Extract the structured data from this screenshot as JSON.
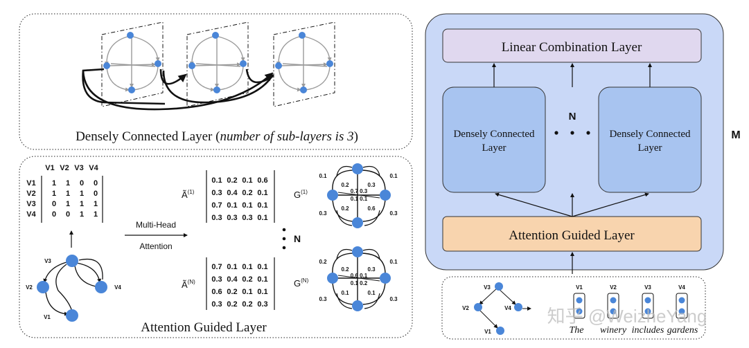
{
  "panels": {
    "dcl_caption_main": "Densely Connected Layer (",
    "dcl_caption_italic": "number of sub-layers is 3",
    "dcl_caption_end": ")",
    "agl_caption": "Attention Guided Layer"
  },
  "adjacency": {
    "col_headers": [
      "V1",
      "V2",
      "V3",
      "V4"
    ],
    "row_headers": [
      "V1",
      "V2",
      "V3",
      "V4"
    ],
    "rows": [
      [
        "1",
        "1",
        "0",
        "0"
      ],
      [
        "1",
        "1",
        "1",
        "0"
      ],
      [
        "0",
        "1",
        "1",
        "1"
      ],
      [
        "0",
        "0",
        "1",
        "1"
      ]
    ]
  },
  "graph_labels": {
    "v1": "V1",
    "v2": "V2",
    "v3": "V3",
    "v4": "V4"
  },
  "multihead": {
    "line1": "Multi-Head",
    "line2": "Attention"
  },
  "n_label": "N",
  "attn1": {
    "label": "Ã",
    "sup": "(1)",
    "rows": [
      [
        "0.1",
        "0.2",
        "0.1",
        "0.6"
      ],
      [
        "0.3",
        "0.4",
        "0.2",
        "0.1"
      ],
      [
        "0.7",
        "0.1",
        "0.1",
        "0.1"
      ],
      [
        "0.3",
        "0.3",
        "0.3",
        "0.1"
      ]
    ]
  },
  "attnN": {
    "label": "Ã",
    "sup": "(N)",
    "rows": [
      [
        "0.7",
        "0.1",
        "0.1",
        "0.1"
      ],
      [
        "0.3",
        "0.4",
        "0.2",
        "0.1"
      ],
      [
        "0.6",
        "0.2",
        "0.1",
        "0.1"
      ],
      [
        "0.3",
        "0.2",
        "0.2",
        "0.3"
      ]
    ]
  },
  "g1": {
    "label": "G",
    "sup": "(1)",
    "outer": [
      "0.1",
      "0.1",
      "0.3",
      "0.3"
    ],
    "inner": [
      "0.2",
      "0.3",
      "0.2",
      "0.6"
    ],
    "center_top": "0.7 0.3",
    "center_bottom": "0.1 0.1"
  },
  "gN": {
    "label": "G",
    "sup": "(N)",
    "outer": [
      "0.2",
      "0.1",
      "0.3",
      "0.3"
    ],
    "inner": [
      "0.2",
      "0.3",
      "0.1",
      "0.1"
    ],
    "center_top": "0.6 0.1",
    "center_bottom": "0.1 0.2"
  },
  "model": {
    "linear_label": "Linear Combination Layer",
    "dcl_left_line1": "Densely Connected",
    "dcl_left_line2": "Layer",
    "dcl_right_line1": "Densely Connected",
    "dcl_right_line2": "Layer",
    "n_label": "N",
    "agl_label": "Attention Guided Layer",
    "m_label": "M"
  },
  "sentence": {
    "tree_labels": {
      "v3": "V3",
      "v2": "V2",
      "v4": "V4",
      "v1": "V1"
    },
    "token_headers": [
      "V1",
      "V2",
      "V3",
      "V4"
    ],
    "words": [
      "The",
      "winery",
      "includes",
      "gardens"
    ]
  },
  "watermark": "知乎 @WeizheYang",
  "colors": {
    "node": "#4a86d8",
    "model_bg": "#c9d8f7",
    "linear_bg": "#e0d8ef",
    "dcl_bg": "#a8c4f0",
    "agl_bg": "#f8d4ae"
  }
}
